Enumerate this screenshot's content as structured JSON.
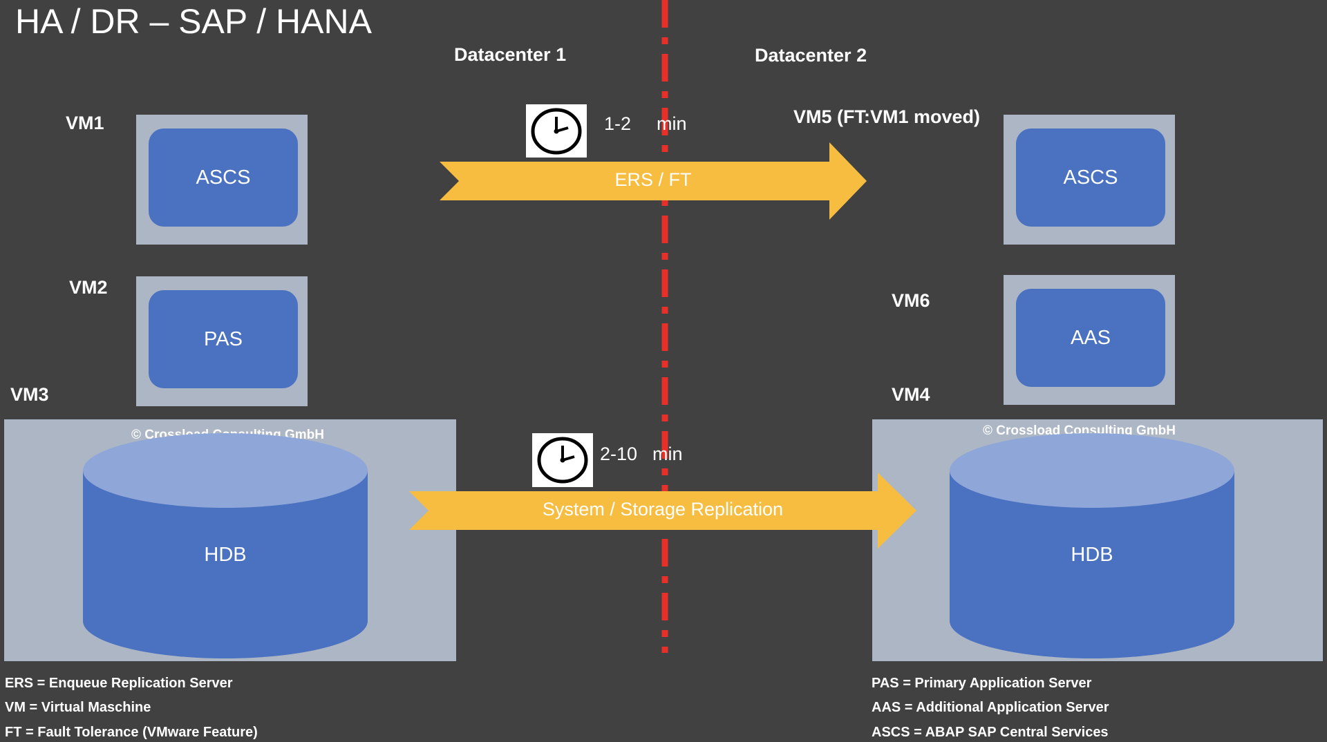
{
  "title": "HA / DR – SAP / HANA",
  "datacenters": {
    "dc1": "Datacenter 1",
    "dc2": "Datacenter 2"
  },
  "left": {
    "vm1": {
      "label": "VM1",
      "service": "ASCS"
    },
    "vm2": {
      "label": "VM2",
      "service": "PAS"
    },
    "vm3": {
      "label": "VM3",
      "service": "HDB",
      "copyright": "© Crossload Consulting GmbH"
    }
  },
  "right": {
    "vm5": {
      "label": "VM5 (FT:VM1 moved)",
      "service": "ASCS"
    },
    "vm6": {
      "label": "VM6",
      "service": "AAS"
    },
    "vm4": {
      "label": "VM4",
      "service": "HDB",
      "copyright": "© Crossload Consulting GmbH"
    }
  },
  "replication": {
    "top": {
      "label": "ERS / FT",
      "time_value": "1-2",
      "time_unit": "min"
    },
    "bottom": {
      "label": "System / Storage Replication",
      "time_value": "2-10",
      "time_unit": "min"
    }
  },
  "legend": {
    "left": [
      "ERS = Enqueue Replication Server",
      "VM = Virtual Maschine",
      "FT = Fault Tolerance (VMware Feature)"
    ],
    "right": [
      "PAS = Primary Application Server",
      "AAS = Additional Application Server",
      "ASCS = ABAP SAP Central Services"
    ]
  },
  "colors": {
    "background": "#414141",
    "vm_frame": "#adb6c4",
    "service_blue": "#4a72c1",
    "cylinder_top": "#8fa6d8",
    "arrow_yellow": "#f6bd41",
    "divider_red": "#e8302a"
  },
  "icons": {
    "clock": "clock-icon"
  }
}
